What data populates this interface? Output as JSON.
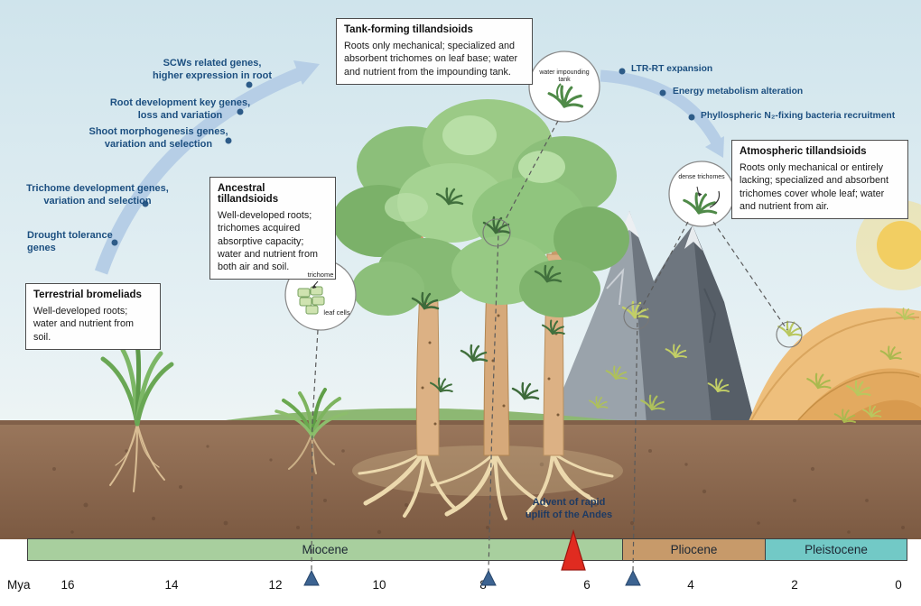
{
  "boxes": {
    "terrestrial": {
      "title": "Terrestrial bromeliads",
      "body": "Well-developed roots; water and nutrient from soil."
    },
    "ancestral": {
      "title": "Ancestral tillandsioids",
      "body": "Well-developed roots; trichomes acquired absorptive capacity; water and nutrient from both air and soil."
    },
    "tank": {
      "title": "Tank-forming tillandsioids",
      "body": "Roots only mechanical; specialized and absorbent trichomes on leaf base; water and nutrient from the impounding tank."
    },
    "atmospheric": {
      "title": "Atmospheric tillandsioids",
      "body": "Roots only mechanical or entirely lacking; specialized and absorbent trichomes cover whole leaf; water and nutrient from air."
    }
  },
  "gene_annotations": [
    "Drought tolerance\ngenes",
    "Trichome development genes,\nvariation and selection",
    "Shoot morphogenesis genes,\nvariation and selection",
    "Root development key genes,\nloss and variation",
    "SCWs related genes,\nhigher expression in root"
  ],
  "pathway_annotations": [
    "LTR-RT expansion",
    "Energy metabolism alteration",
    "Phyllospheric N₂-fixing bacteria recruitment"
  ],
  "insets": {
    "tank_label": "water impounding tank",
    "trichome_label": "trichome",
    "leaf_cells_label": "leaf cells",
    "dense_label": "dense trichomes"
  },
  "event": {
    "label": "Advent of rapid\nuplift of the Andes",
    "mya": 6.3
  },
  "timeline": {
    "axis_label": "Mya",
    "ticks": [
      16,
      14,
      12,
      10,
      8,
      6,
      4,
      2,
      0
    ],
    "epochs": [
      {
        "name": "Miocene",
        "color": "#a8cf9e",
        "range_mya": [
          16.2,
          5.3
        ]
      },
      {
        "name": "Pliocene",
        "color": "#c79a6a",
        "range_mya": [
          5.3,
          2.6
        ]
      },
      {
        "name": "Pleistocene",
        "color": "#72c9c6",
        "range_mya": [
          2.6,
          0
        ]
      }
    ],
    "divergence_markers_mya": [
      11.3,
      7.9,
      5.1
    ]
  },
  "colors": {
    "annotation_blue": "#1c4f80",
    "arrow_blue": "#b6cee6",
    "uplift_red": "#e02b20"
  }
}
